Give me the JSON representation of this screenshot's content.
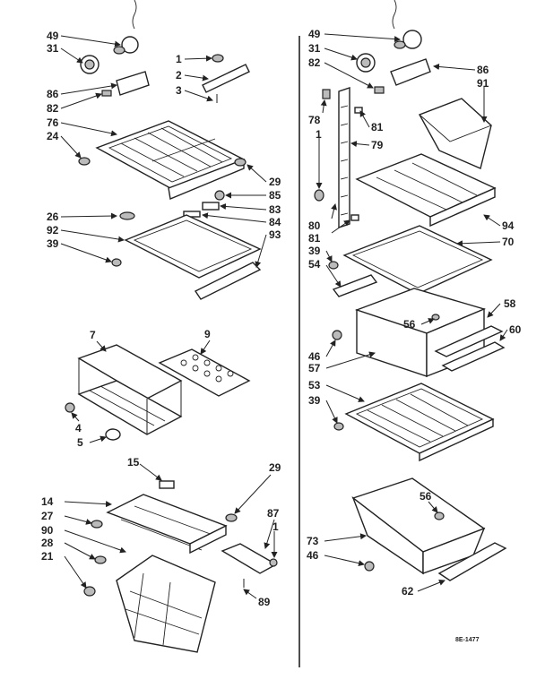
{
  "drawing_code": "8E-1477",
  "left": {
    "lamp_group": [
      "49",
      "31",
      "86",
      "82"
    ],
    "bracket_group": [
      "1",
      "2",
      "3"
    ],
    "shelf_top": [
      "76",
      "24",
      "29",
      "85",
      "83",
      "84"
    ],
    "shelf_glass": [
      "26",
      "92",
      "39",
      "93"
    ],
    "rack": [
      "7",
      "9",
      "4",
      "5"
    ],
    "basket": [
      "15",
      "14",
      "27",
      "90",
      "28",
      "21",
      "29",
      "87",
      "1",
      "89"
    ]
  },
  "right": {
    "lamp_group": [
      "49",
      "31",
      "82",
      "86",
      "91"
    ],
    "ladder": [
      "78",
      "1",
      "81",
      "79",
      "80",
      "81",
      "39",
      "54"
    ],
    "shelf": [
      "94",
      "70"
    ],
    "crisper": [
      "58",
      "60",
      "56",
      "46",
      "57",
      "53",
      "39"
    ],
    "bin": [
      "56",
      "73",
      "46",
      "62"
    ]
  }
}
